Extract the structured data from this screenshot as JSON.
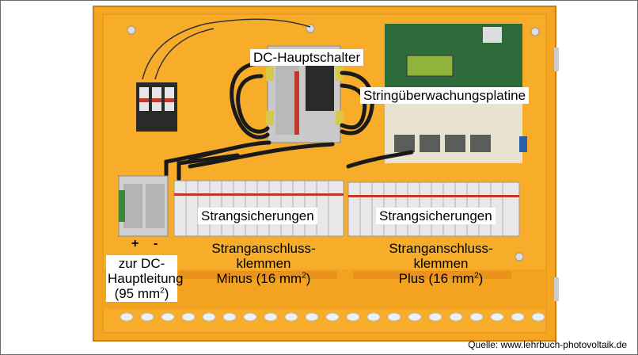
{
  "labels": {
    "dc_main_switch": "DC-Hauptschalter",
    "string_monitoring_board": "Stringüberwachungsplatine",
    "string_fuses_left": "Strangsicherungen",
    "string_fuses_right": "Strangsicherungen",
    "plus_sign": "+",
    "minus_sign": "-",
    "dc_main_line": {
      "line1": "zur DC-",
      "line2": "Hauptleitung",
      "line3_prefix": "(95 mm",
      "sup": "2",
      "line3_suffix": ")"
    },
    "terminals_minus": {
      "line1": "Stranganschluss-",
      "line2": "klemmen",
      "line3_prefix": "Minus (16 mm",
      "sup": "2",
      "line3_suffix": ")"
    },
    "terminals_plus": {
      "line1": "Stranganschluss-",
      "line2": "klemmen",
      "line3_prefix": "Plus (16 mm",
      "sup": "2",
      "line3_suffix": ")"
    }
  },
  "source": "Quelle: www.lehrbuch-photovoltaik.de",
  "colors": {
    "cabinet_orange": "#f5a521",
    "cabinet_edge": "#d88a12",
    "cable_black": "#1a1a1a",
    "pcb_green": "#2e6b3a",
    "fuse_white": "#e8e8e8"
  }
}
